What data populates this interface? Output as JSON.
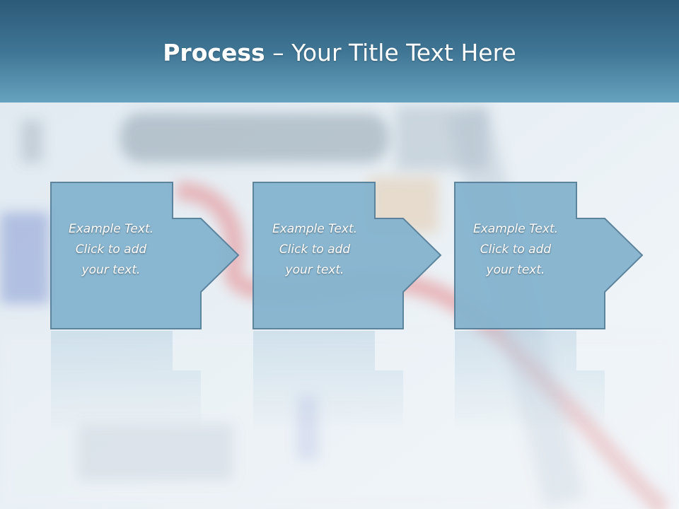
{
  "slide": {
    "title_bold": "Process",
    "title_rest": " – Your Title Text Here"
  },
  "steps": [
    {
      "lines": [
        "Example Text.",
        "Click  to add",
        "your text."
      ]
    },
    {
      "lines": [
        "Example Text.",
        "Click  to add",
        "your text."
      ]
    },
    {
      "lines": [
        "Example Text.",
        "Click  to add",
        "your text."
      ]
    }
  ],
  "colors": {
    "title_bar_top": "#2c5a78",
    "title_bar_bottom": "#66a2bf",
    "box_fill": "#86b3cf",
    "box_stroke": "#577f99",
    "title_text": "#ffffff"
  }
}
